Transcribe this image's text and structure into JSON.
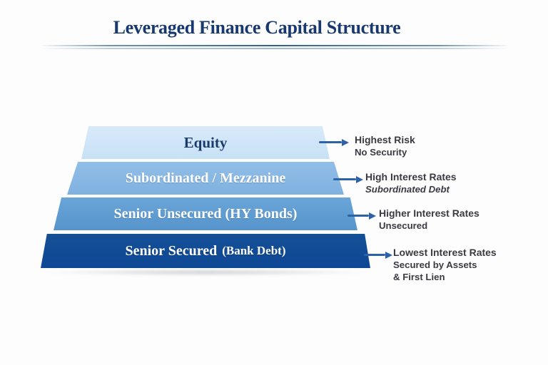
{
  "title": "Leveraged Finance Capital Structure",
  "colors": {
    "title_text": "#18396f",
    "arrow": "#2e62a6",
    "annotation_text": "#3a3a43",
    "divider": "#2e6194"
  },
  "pyramid": {
    "layers": [
      {
        "label": "Equity",
        "fill": "#cde4f6",
        "text_color": "#1b3a6d",
        "annotation": [
          "Highest Risk",
          "No Security"
        ]
      },
      {
        "label": "Subordinated / Mezzanine",
        "fill": "#86b7e3",
        "text_color": "#ffffff",
        "annotation": [
          "High Interest Rates",
          "Subordinated Debt"
        ]
      },
      {
        "label": "Senior Unsecured (HY Bonds)",
        "fill": "#5f9cd2",
        "text_color": "#ffffff",
        "annotation": [
          "Higher Interest Rates",
          "Unsecured"
        ]
      },
      {
        "label": "Senior Secured",
        "sublabel": "(Bank Debt)",
        "fill": "#0f4c9b",
        "text_color": "#ffffff",
        "annotation": [
          "Lowest Interest Rates",
          "Secured by Assets",
          "& First Lien"
        ]
      }
    ]
  }
}
